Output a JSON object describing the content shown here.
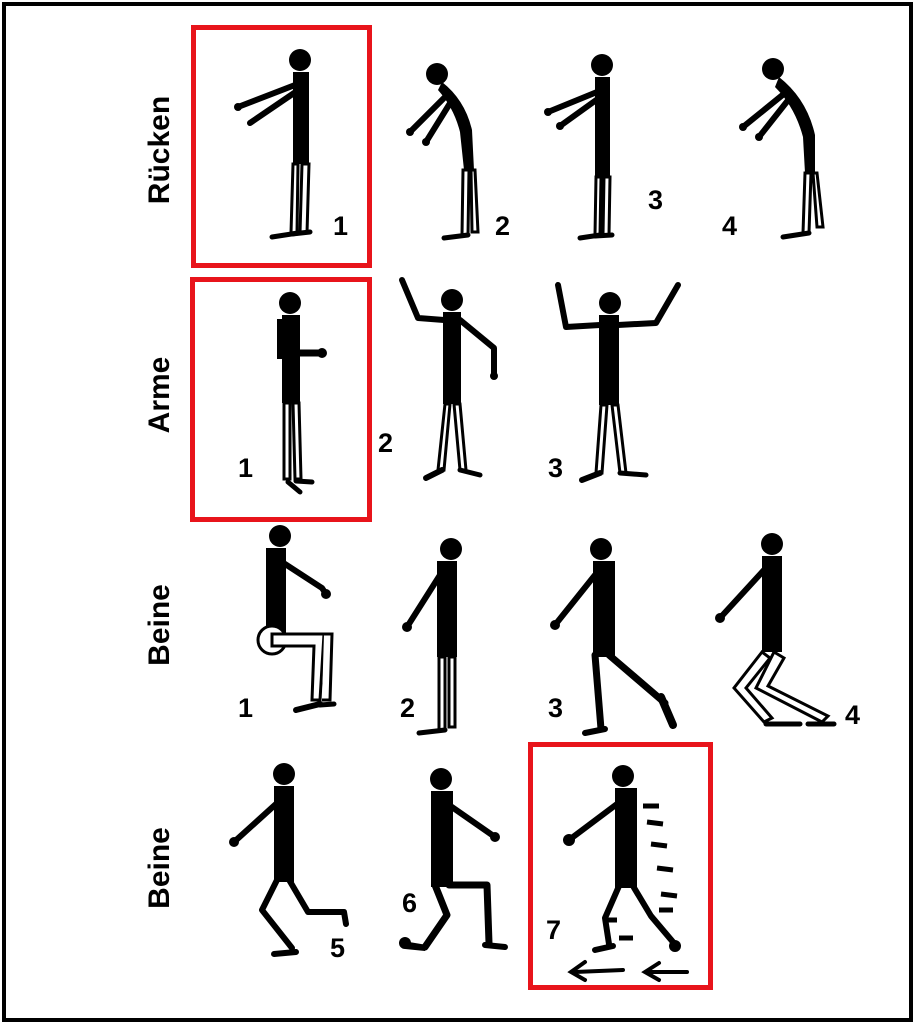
{
  "rows": [
    {
      "label": "Rücken",
      "numbers": [
        "1",
        "2",
        "3",
        "4"
      ]
    },
    {
      "label": "Arme",
      "numbers": [
        "1",
        "2",
        "3"
      ]
    },
    {
      "label": "Beine",
      "numbers": [
        "1",
        "2",
        "3",
        "4"
      ]
    },
    {
      "label": "Beine",
      "numbers": [
        "5",
        "6",
        "7"
      ]
    }
  ],
  "highlight_color": "#e8141b",
  "highlighted": [
    "Rücken 1",
    "Arme 1",
    "Beine 7"
  ]
}
